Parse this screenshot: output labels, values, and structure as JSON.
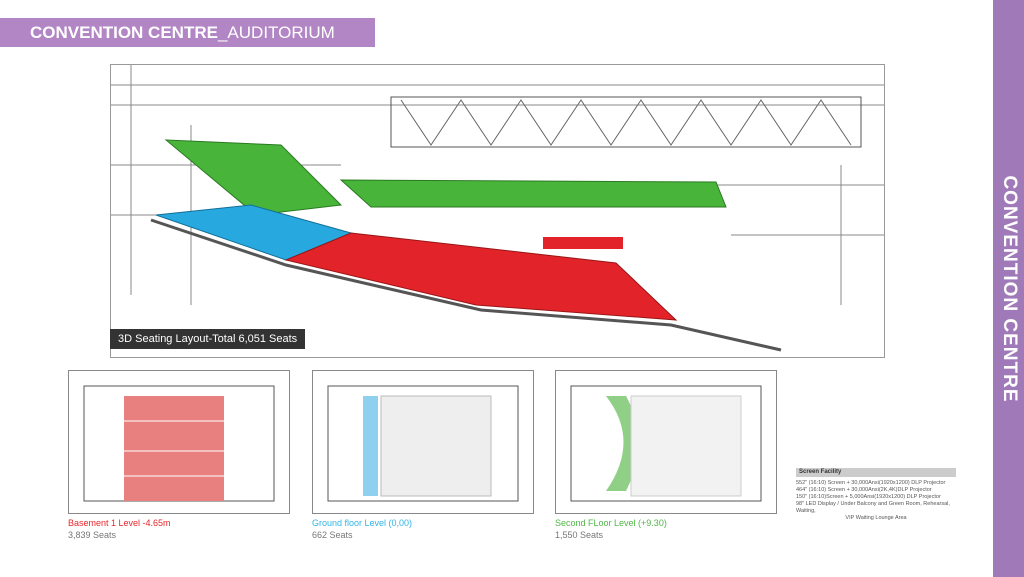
{
  "header": {
    "title_bold": "CONVENTION CENTRE",
    "title_light": "_AUDITORIUM"
  },
  "sidebar": {
    "label": "CONVENTION CENTRE"
  },
  "render": {
    "caption": "3D Seating Layout-Total 6,051 Seats"
  },
  "plans": [
    {
      "level": "Basement 1 Level -4.65m",
      "seats": "3,839 Seats",
      "color": "#e8262a"
    },
    {
      "level": "Ground floor Level (0,00)",
      "seats": "662 Seats",
      "color": "#2eb5e6"
    },
    {
      "level": "Second FLoor Level (+9.30)",
      "seats": "1,550 Seats",
      "color": "#4fb646"
    }
  ],
  "screen_facility": {
    "heading": "Screen Facility",
    "lines": [
      "552\" (16:10) Screen + 30,000Ansi(1920x1200) DLP Projector",
      "464\" (16:10) Screen + 30,000Ansi(2K,4K)DLP Projector",
      "150\" (16:10)Screen + 5,000Ansi(1920x1200) DLP Projector",
      "98\" LED Display / Under Balcony and Green Room, Rehearsal, Waiting,",
      "VIP Waiting Lounge Area"
    ]
  }
}
